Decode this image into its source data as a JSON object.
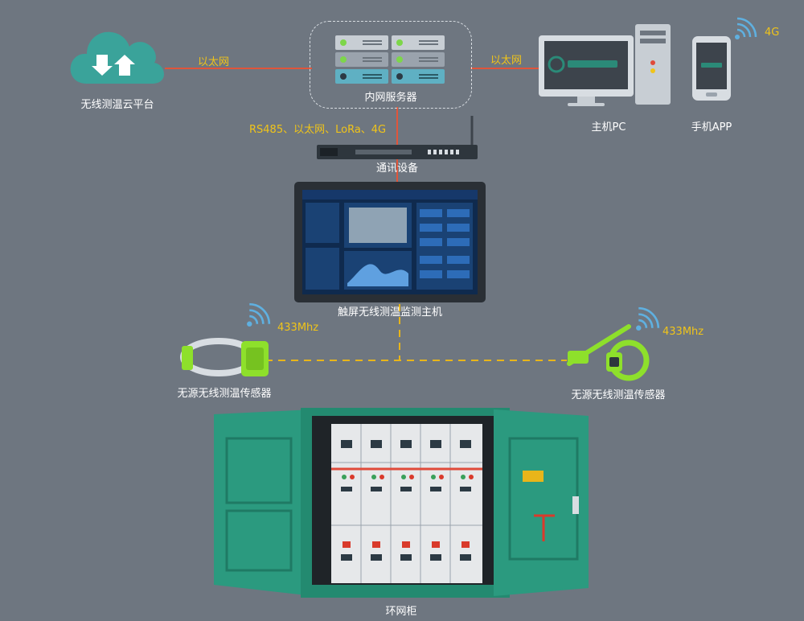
{
  "nodes": {
    "cloud": "无线测温云平台",
    "server": "内网服务器",
    "pc": "主机PC",
    "phone": "手机APP",
    "gateway": "通讯设备",
    "host": "触屏无线测温监测主机",
    "sensor_left": "无源无线测温传感器",
    "sensor_right": "无源无线测温传感器",
    "cabinet": "环网柜"
  },
  "links": {
    "cloud_server": "以太网",
    "server_pc": "以太网",
    "phone_net": "4G",
    "server_gateway": "RS485、以太网、LoRa、4G",
    "sensor_left_freq": "433Mhz",
    "sensor_right_freq": "433Mhz"
  },
  "colors": {
    "background": "#6e7680",
    "ethernet_line": "#e0553a",
    "wireless_line": "#e8b51a",
    "label_yellow": "#f0c419",
    "cloud": "#3aa39a",
    "cabinet_green": "#2b9a7f",
    "sensor_green": "#8ee02b"
  }
}
